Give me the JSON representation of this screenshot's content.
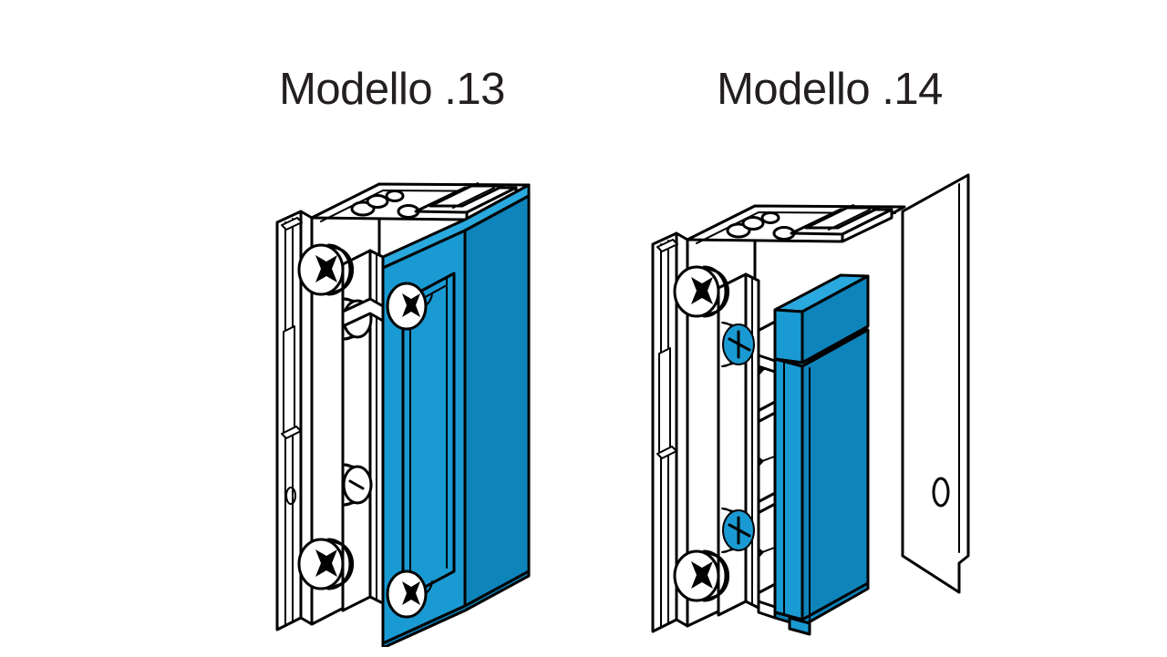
{
  "page": {
    "background_color": "#ffffff",
    "text_color": "#231f20",
    "accent_color": "#1a9ad2",
    "accent_dark_color": "#0f84bb",
    "accent_light_color": "#2aa9de",
    "outline_color": "#000000"
  },
  "figures": [
    {
      "id": "modello-13",
      "title": "Modello .13",
      "caption_position": "top-center",
      "subject": "electric door strike / electric lock release",
      "view": "isometric exploded-free product illustration",
      "faceplate": {
        "color": "#1a9ad2",
        "style": "wide full-height flat faceplate covering front of body",
        "screw_count": 2,
        "screw_color": "#ffffff"
      },
      "body": {
        "color": "#ffffff",
        "top_face_holes": 4,
        "side_screws": 2,
        "side_screw_color": "#ffffff",
        "latch_keepers": 2
      }
    },
    {
      "id": "modello-14",
      "title": "Modello .14",
      "caption_position": "top-center",
      "subject": "electric door strike / electric lock release",
      "view": "isometric exploded-free product illustration",
      "faceplate": {
        "color": "#1a9ad2",
        "style": "narrow stepped faceplate with raised upper lip, exposed keeper channel",
        "screw_count": 0,
        "screw_color": "#1a9ad2"
      },
      "body": {
        "color": "#ffffff",
        "top_face_holes": 4,
        "side_screws": 2,
        "side_screw_color": "#ffffff",
        "blue_rollers": 2,
        "rear_bracket_hole": 1,
        "latch_keepers": 2
      }
    }
  ]
}
